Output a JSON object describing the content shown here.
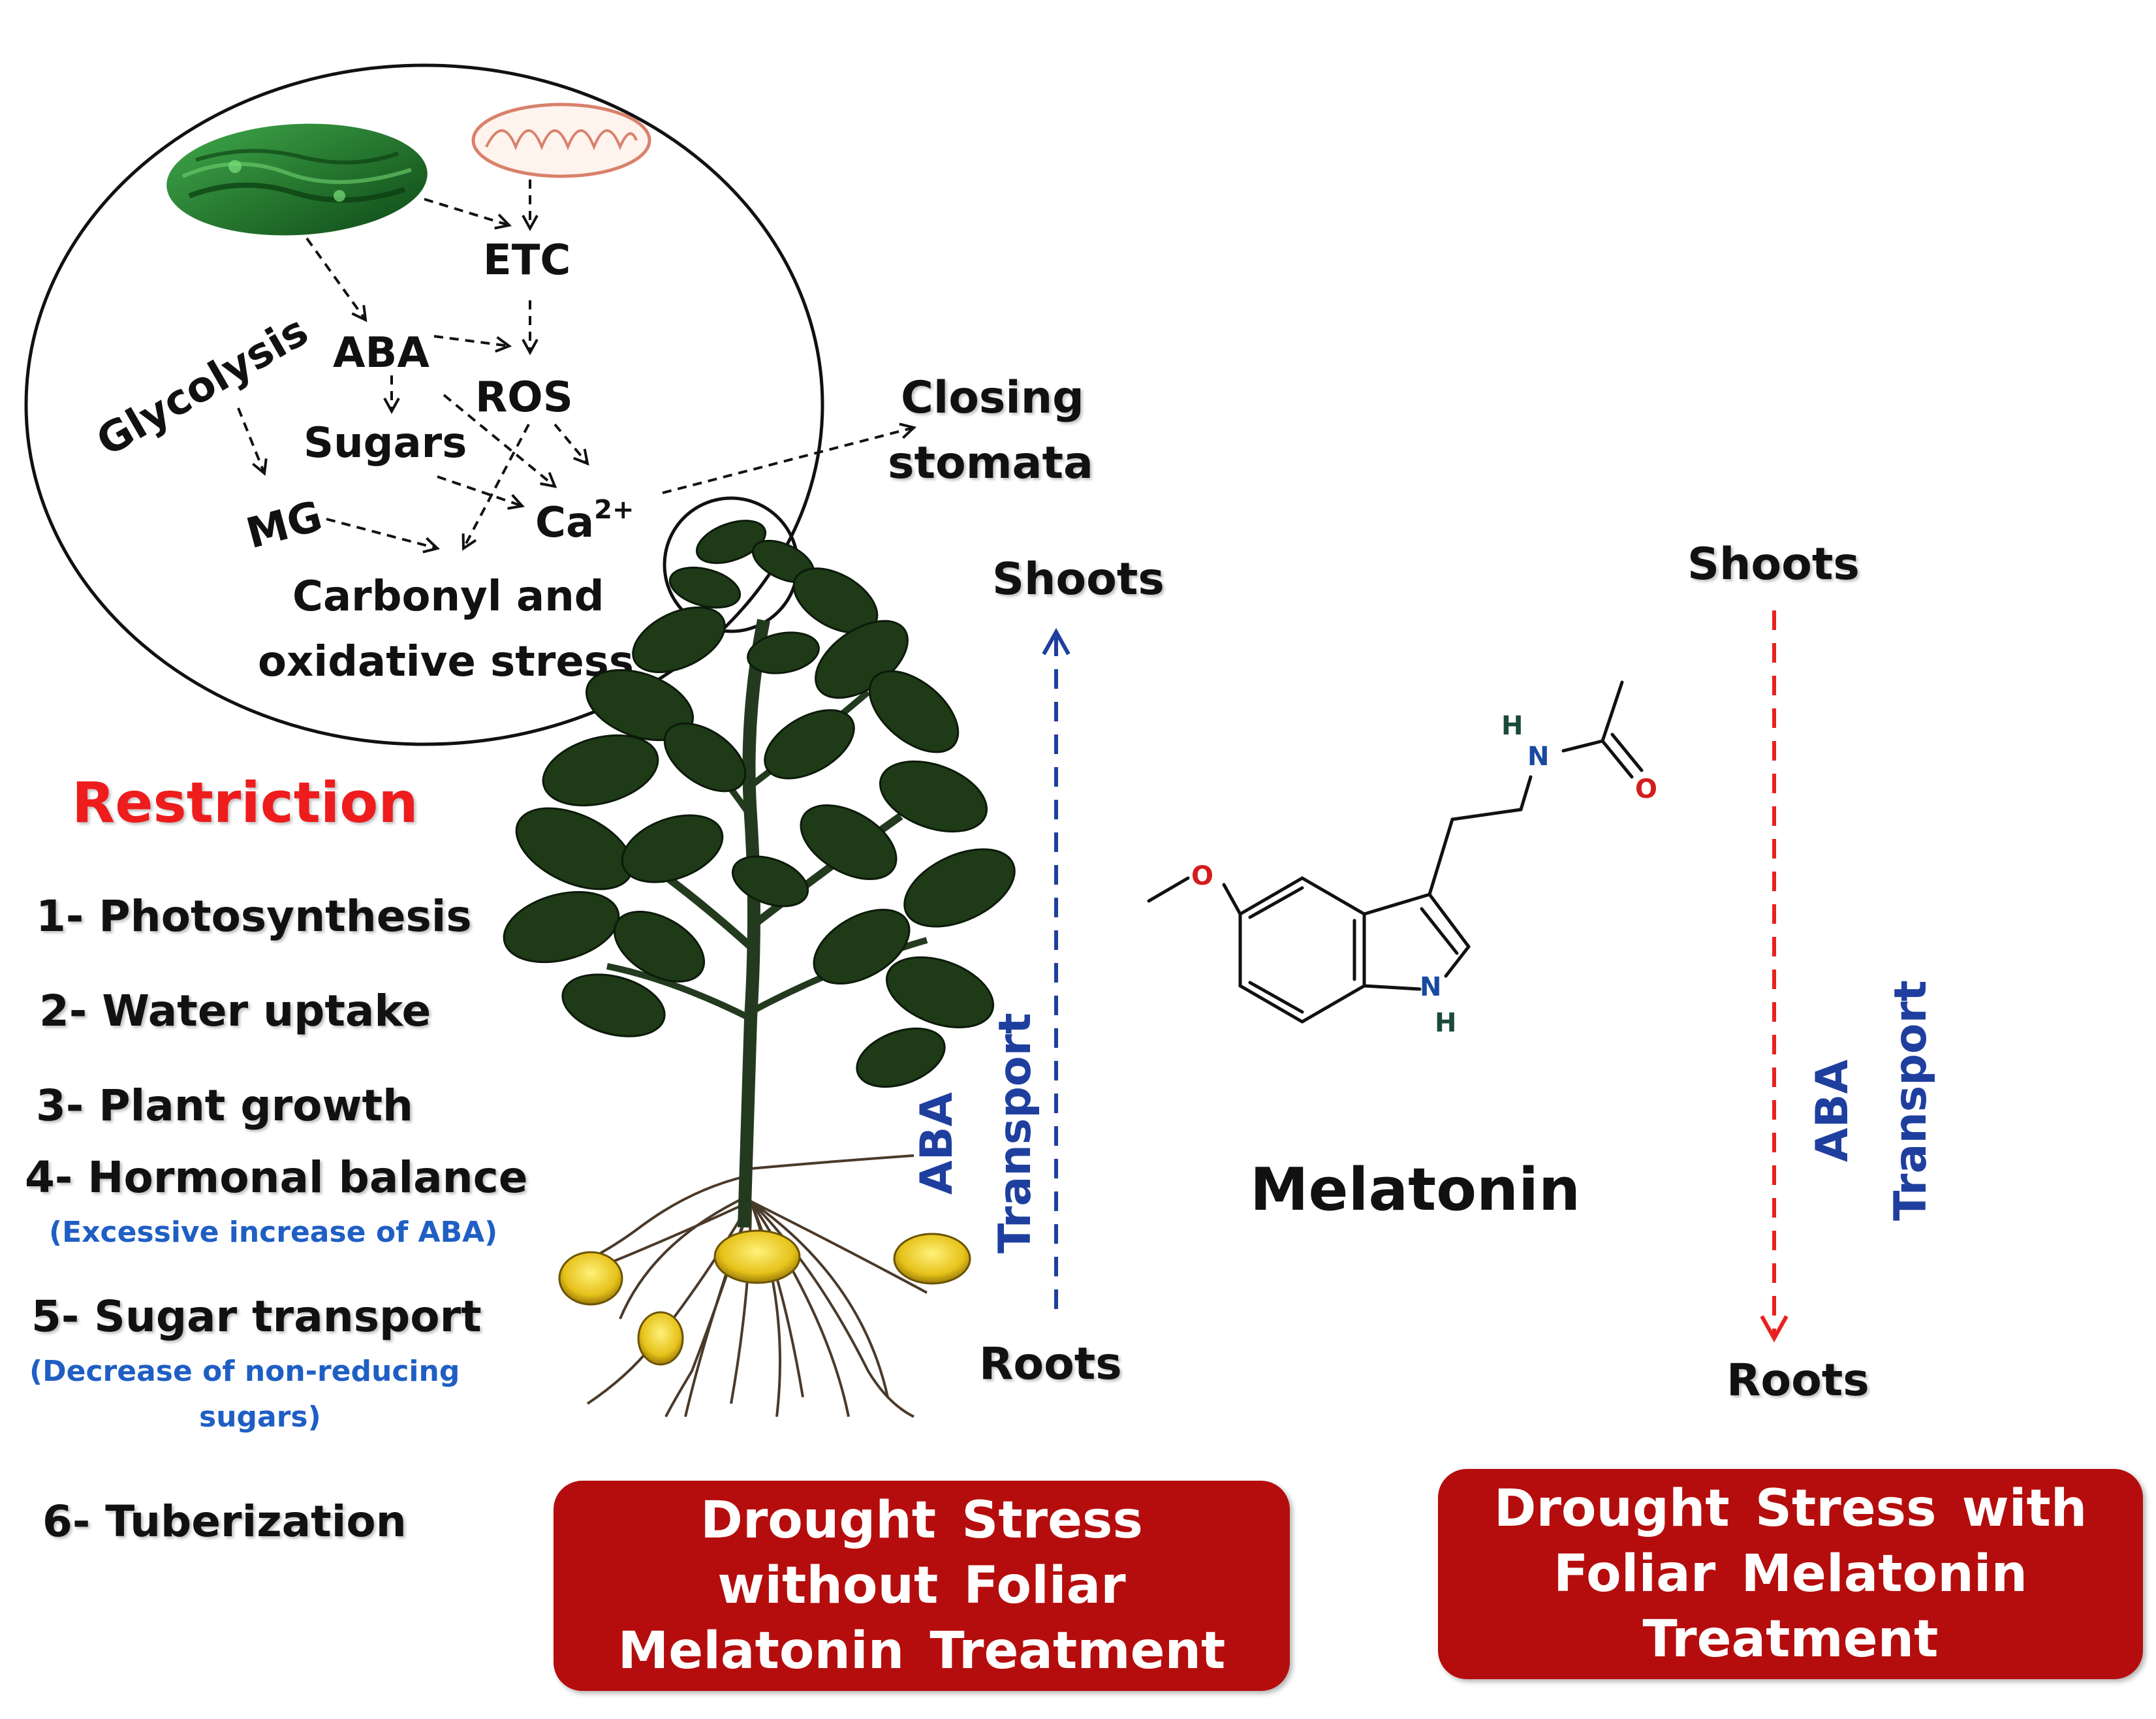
{
  "cell_diagram": {
    "etc": "ETC",
    "glycolysis": "Glycolysis",
    "aba": "ABA",
    "ros": "ROS",
    "sugars": "Sugars",
    "mg": "MG",
    "ca": "Ca",
    "ca_charge": "2+",
    "stress_line1": "Carbonyl and",
    "stress_line2": "oxidative stress"
  },
  "closing_stomata": {
    "line1": "Closing",
    "line2": "stomata"
  },
  "restriction": {
    "title": "Restriction",
    "title_color": "#ee1c1c",
    "items": [
      {
        "label": "1- Photosynthesis"
      },
      {
        "label": "2- Water uptake"
      },
      {
        "label": "3- Plant growth"
      },
      {
        "label": "4- Hormonal balance",
        "note": "(Excessive increase of ABA)"
      },
      {
        "label": "5- Sugar transport",
        "note_line1": "(Decrease of non-reducing",
        "note_line2": "sugars)"
      },
      {
        "label": "6- Tuberization"
      }
    ]
  },
  "left_transport": {
    "top": "Shoots",
    "bottom": "Roots",
    "aba": "ABA",
    "transport": "Transport",
    "arrow_color": "#1f3f9f"
  },
  "right_transport": {
    "top": "Shoots",
    "bottom": "Roots",
    "aba": "ABA",
    "transport": "Transport",
    "arrow_color": "#e8231f"
  },
  "melatonin": {
    "name": "Melatonin",
    "atom_h_top": "H",
    "atom_n_top": "N",
    "atom_o_top": "O",
    "atom_o_left": "O",
    "atom_n_ring": "N",
    "atom_h_ring": "H"
  },
  "box_left": {
    "line1": "Drought Stress",
    "line2": "without Foliar",
    "line3": "Melatonin Treatment"
  },
  "box_right": {
    "line1": "Drought Stress with",
    "line2": "Foliar Melatonin",
    "line3": "Treatment"
  },
  "colors": {
    "box_red": "#b50d0d",
    "note_blue": "#1f5fc4",
    "leaf_dark": "#1e3a17",
    "tuber": "#e6c21a"
  }
}
